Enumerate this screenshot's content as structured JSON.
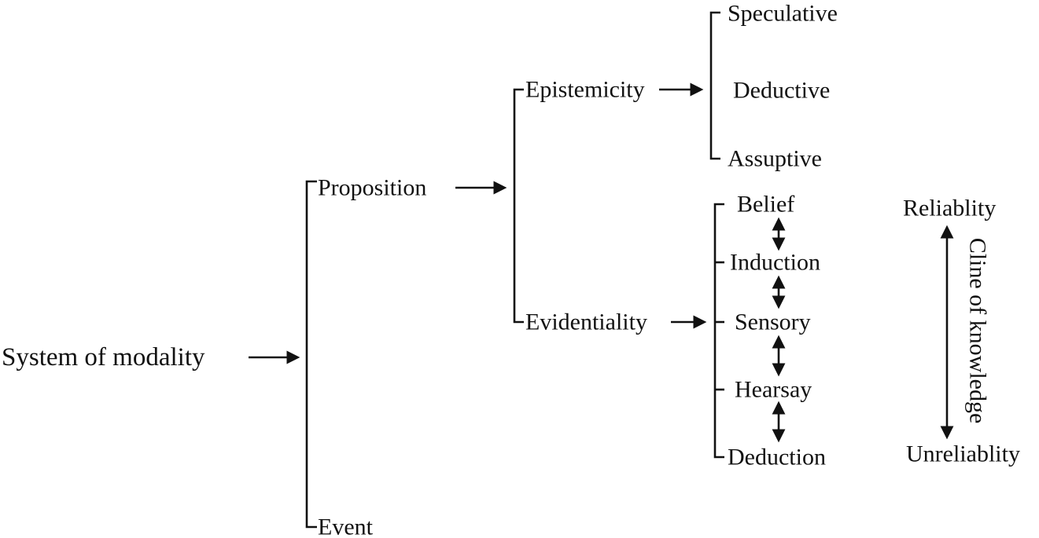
{
  "diagram": {
    "title": "System of modality",
    "level1": {
      "proposition": "Proposition",
      "event": "Event"
    },
    "level2": {
      "epistemicity": "Epistemicity",
      "evidentiality": "Evidentiality"
    },
    "epistemicity_types": {
      "speculative": "Speculative",
      "deductive": "Deductive",
      "assuptive": "Assuptive"
    },
    "evidentiality_types": {
      "belief": "Belief",
      "induction": "Induction",
      "sensory": "Sensory",
      "hearsay": "Hearsay",
      "deduction": "Deduction"
    },
    "reliability_scale": {
      "top": "Reliablity",
      "bottom": "Unreliablity",
      "axis": "Cline of knowledge"
    },
    "colors": {
      "ink": "#111111",
      "background": "#ffffff"
    }
  }
}
